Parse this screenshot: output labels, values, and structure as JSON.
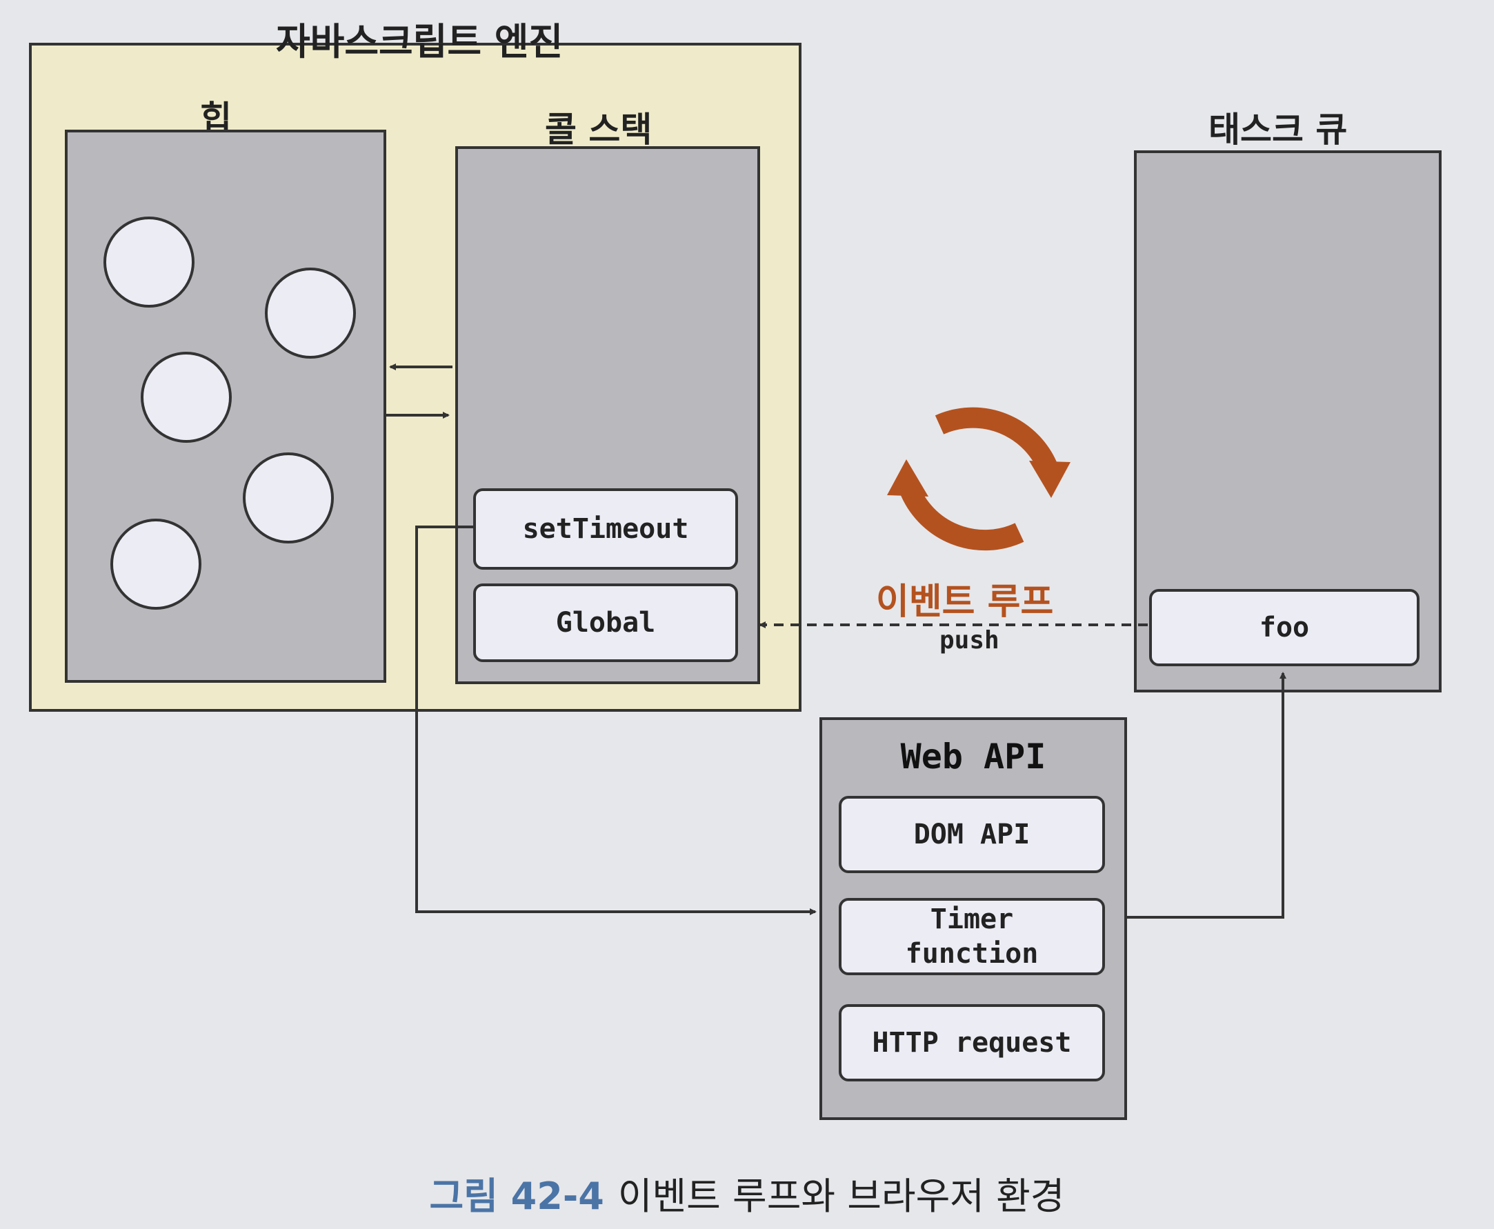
{
  "engine": {
    "title": "자바스크립트 엔진"
  },
  "heap": {
    "title": "힙"
  },
  "call_stack": {
    "title": "콜 스택",
    "frames": [
      "setTimeout",
      "Global"
    ]
  },
  "task_queue": {
    "title": "태스크 큐",
    "items": [
      "foo"
    ]
  },
  "web_api": {
    "title": "Web API",
    "items": [
      "DOM API",
      "Timer function",
      "HTTP request"
    ]
  },
  "event_loop": {
    "label": "이벤트 루프",
    "push_label": "push",
    "color": "#b4521f"
  },
  "caption": {
    "figure_number": "그림 42-4",
    "text": "이벤트 루프와 브라우저 환경"
  }
}
